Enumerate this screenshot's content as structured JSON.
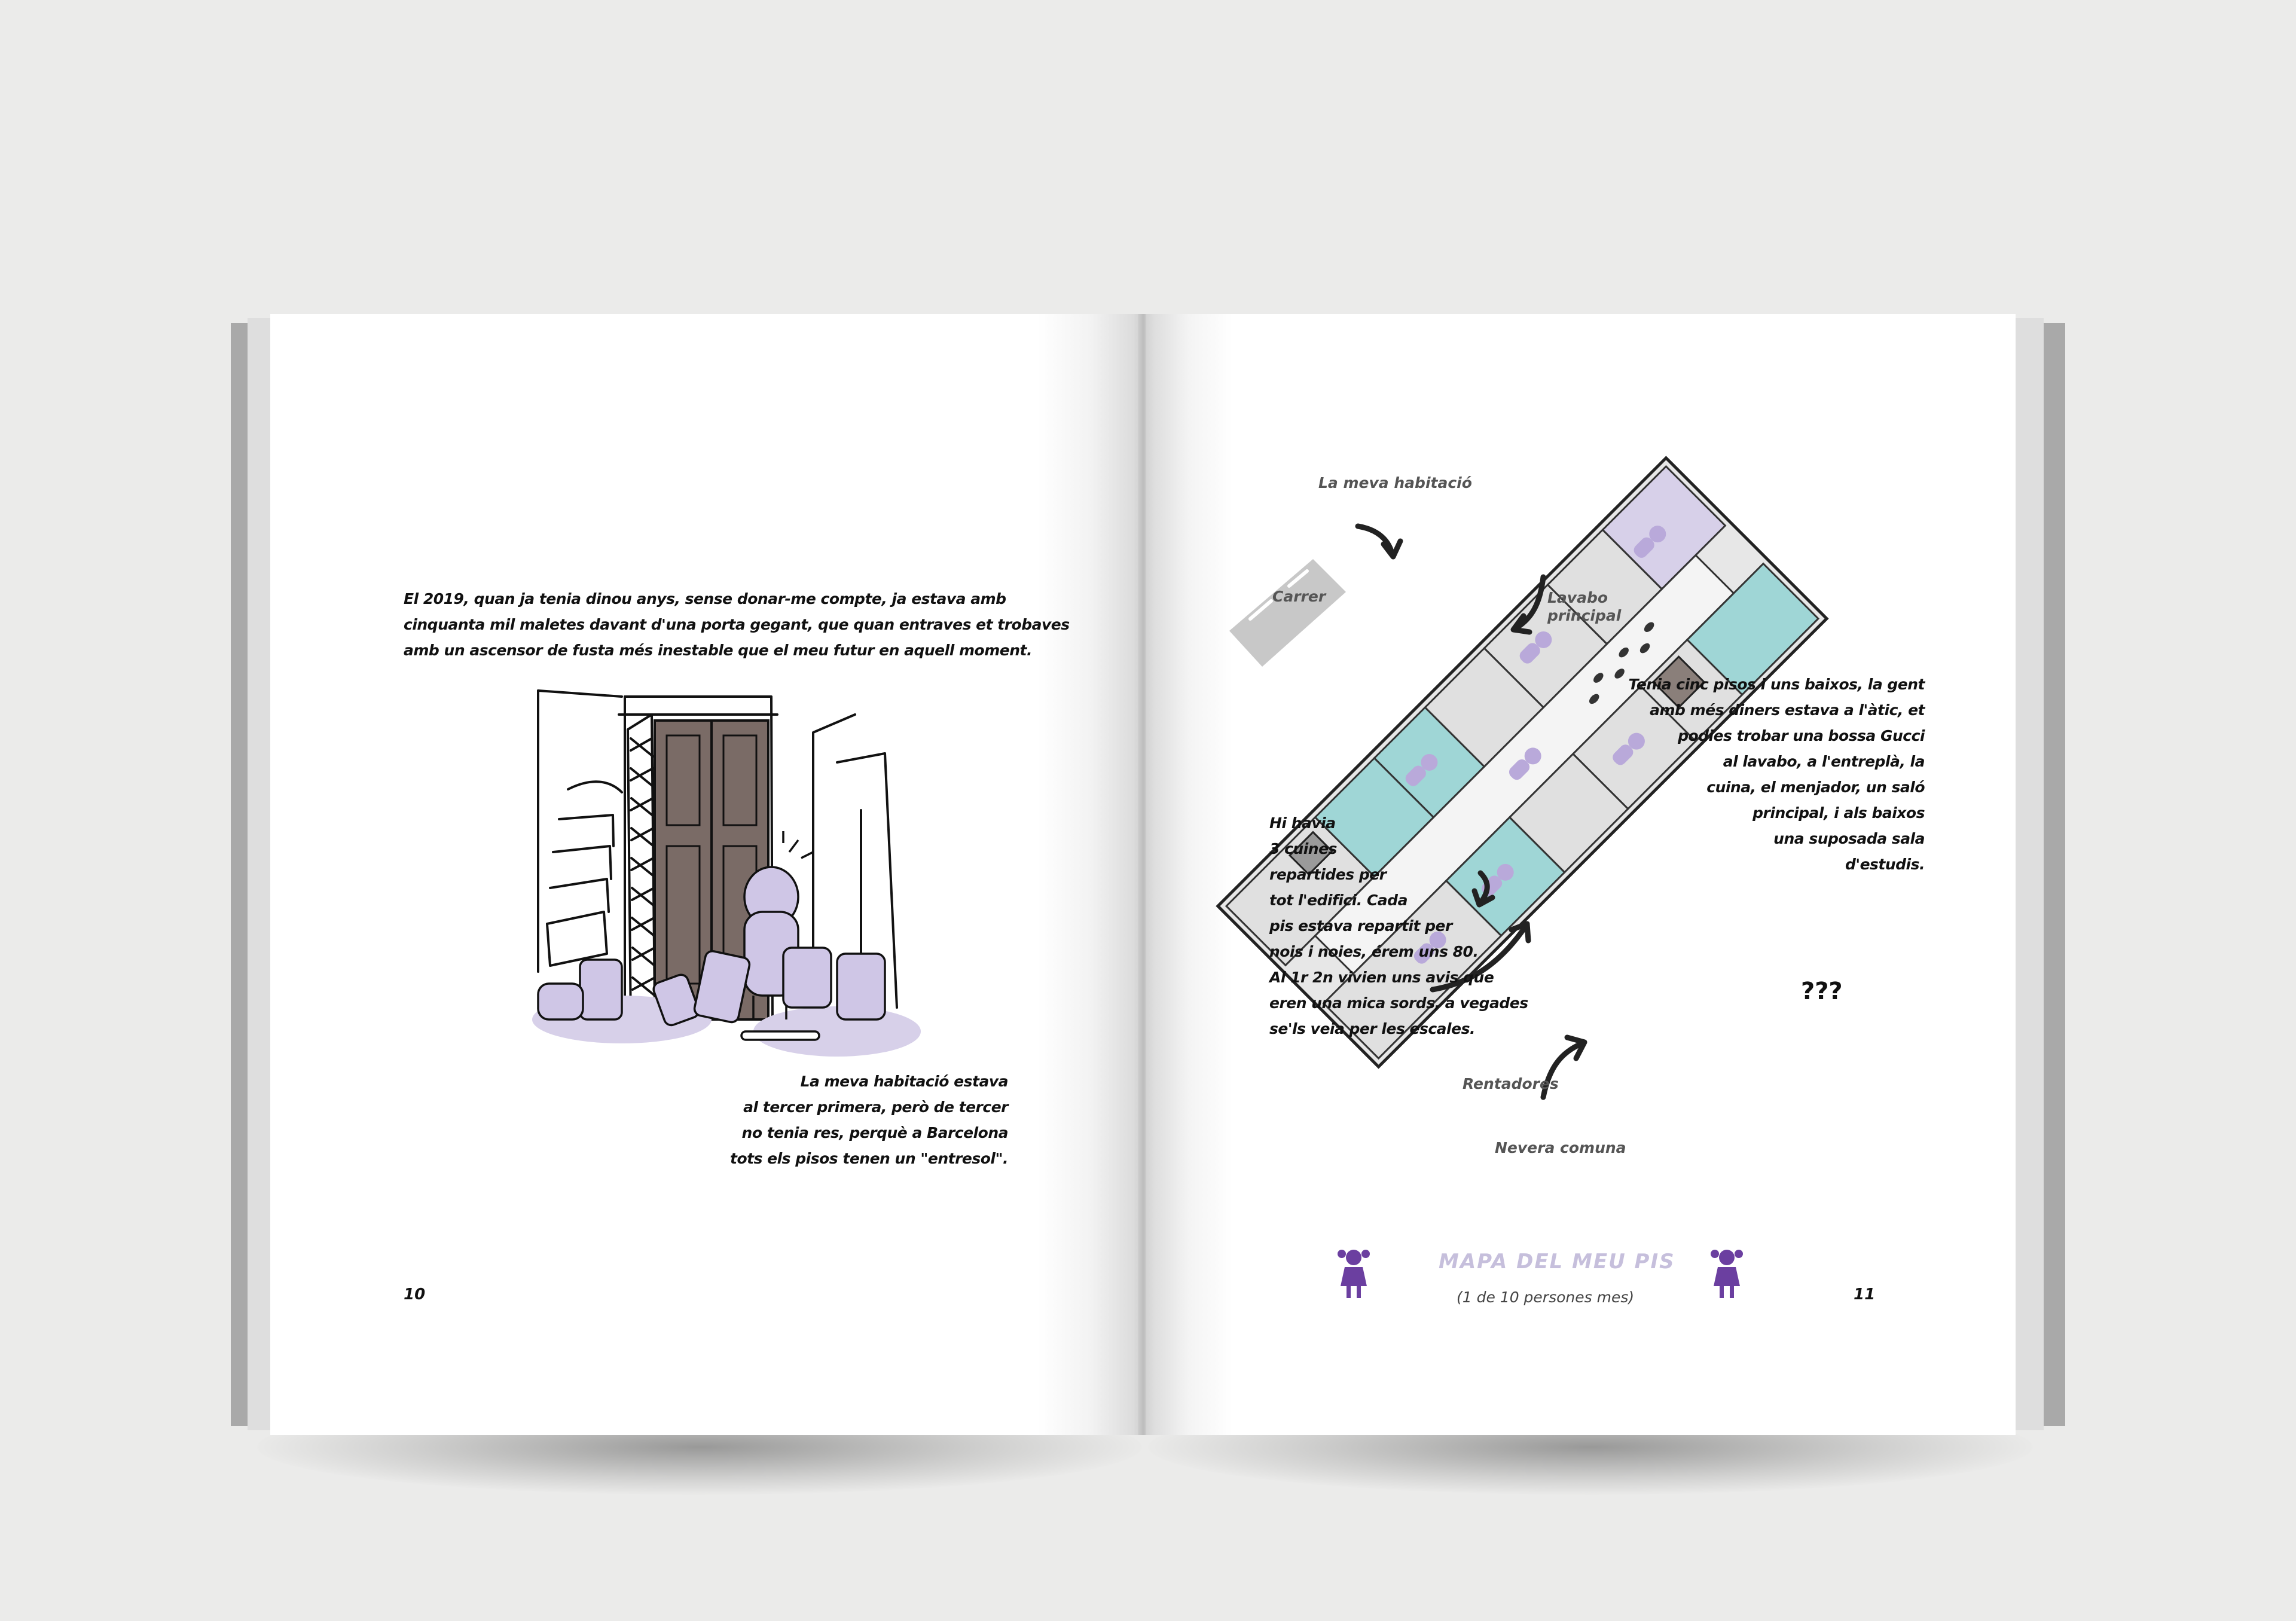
{
  "left_page": {
    "intro_lines": [
      "El 2019, quan ja tenia dinou anys, sense donar-me compte, ja estava amb",
      "cinquanta mil maletes davant d'una porta gegant, que quan entraves et trobaves",
      "amb un ascensor de fusta més inestable que el meu futur en aquell moment."
    ],
    "room_lines": [
      "La meva habitació estava",
      "al tercer primera, però de tercer",
      "no tenia res, perquè a Barcelona",
      "tots els pisos tenen un \"entresol\"."
    ],
    "page_number": "10"
  },
  "right_page": {
    "labels": {
      "my_room": "La meva habitació",
      "street": "Carrer",
      "bathroom_line1": "Lavabo",
      "bathroom_line2": "principal",
      "dryers": "Rentadores",
      "fridge": "Nevera comuna",
      "unknown": "???"
    },
    "floors_lines": [
      "Tenia cinc pisos i uns baixos, la gent",
      "amb més diners estava a l'àtic, et",
      "podies trobar una bossa Gucci",
      "al lavabo, a l'entreplà, la",
      "cuina, el menjador, un saló",
      "principal, i als baixos",
      "una suposada sala",
      "d'estudis."
    ],
    "kitchens_lines": [
      "Hi havia",
      "3 cuines",
      "repartides per",
      "tot l'edifici. Cada",
      "pis estava repartit per",
      "nois i noies, érem uns 80.",
      "Al 1r 2n vivien uns avis que",
      "eren una mica sords, a vegades",
      "se'ls veia per les escales."
    ],
    "map_title": "MAPA DEL MEU PIS",
    "map_subtitle": "(1 de 10 persones mes)",
    "page_number": "11"
  },
  "colors": {
    "background": "#ebebea",
    "page": "#ffffff",
    "page_edge": "#a9a9a9",
    "lavender": "#d7d0e9",
    "teal": "#9fd6d6",
    "purple_icon": "#6b3fa0",
    "title_lavender": "#c6bfdc",
    "ink": "#111111"
  }
}
